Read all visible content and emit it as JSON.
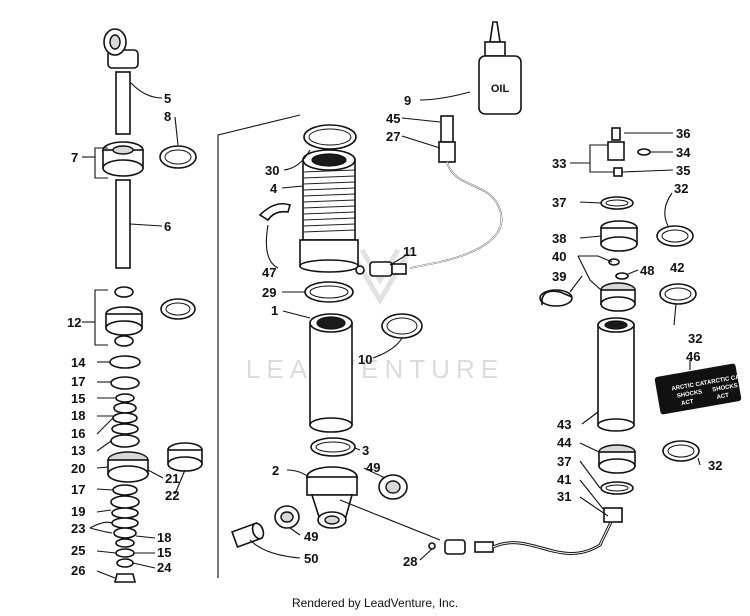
{
  "diagram": {
    "callouts": [
      "1",
      "2",
      "3",
      "4",
      "5",
      "6",
      "7",
      "8",
      "9",
      "10",
      "11",
      "12",
      "13",
      "14",
      "15",
      "16",
      "17",
      "18",
      "19",
      "20",
      "21",
      "22",
      "23",
      "24",
      "25",
      "26",
      "27",
      "28",
      "29",
      "30",
      "31",
      "32",
      "33",
      "34",
      "35",
      "36",
      "37",
      "38",
      "39",
      "40",
      "41",
      "42",
      "43",
      "44",
      "45",
      "46",
      "47",
      "48",
      "49",
      "50"
    ],
    "oil_label": "OIL",
    "decal_text": [
      "ARCTIC CAT",
      "SHOCKS",
      "ACT"
    ]
  },
  "watermark": {
    "brand": "LEADVENTURE"
  },
  "footer": {
    "text": "Rendered by LeadVenture, Inc."
  }
}
